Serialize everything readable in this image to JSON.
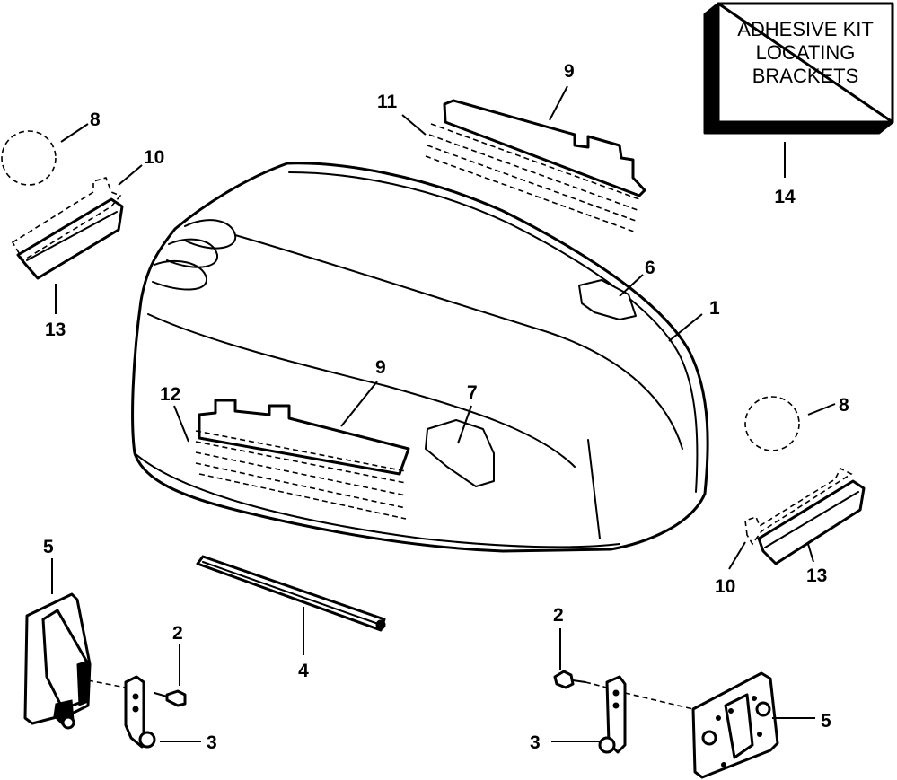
{
  "kit_box": {
    "line1": "ADHESIVE KIT",
    "line2": "LOCATING",
    "line3": "BRACKETS"
  },
  "callouts": {
    "c1": "1",
    "c2_left": "2",
    "c2_right": "2",
    "c3_left": "3",
    "c3_right": "3",
    "c4": "4",
    "c5_left": "5",
    "c5_right": "5",
    "c6": "6",
    "c7": "7",
    "c8_left": "8",
    "c8_right": "8",
    "c9_top": "9",
    "c9_side": "9",
    "c10_left": "10",
    "c10_right": "10",
    "c11": "11",
    "c12": "12",
    "c13_left": "13",
    "c13_right": "13",
    "c14": "14"
  }
}
